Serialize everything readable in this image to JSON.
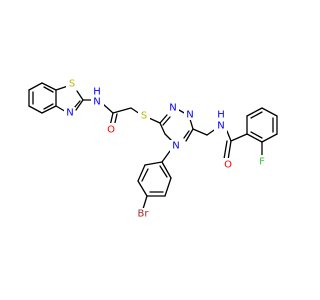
{
  "molecule": {
    "atoms": {
      "s_benzothiazole": {
        "text": "S",
        "color": "#b8b800"
      },
      "n_benzothiazole": {
        "text": "N",
        "color": "#0000ff"
      },
      "nh_amide_left": {
        "text": "N",
        "color": "#0000ff"
      },
      "h_amide_left": {
        "text": "H",
        "color": "#0000ff"
      },
      "o_amide_left": {
        "text": "O",
        "color": "#ff0000"
      },
      "s_thioether": {
        "text": "S",
        "color": "#b8b800"
      },
      "n_triazole_1": {
        "text": "N",
        "color": "#0000ff"
      },
      "n_triazole_2": {
        "text": "N",
        "color": "#0000ff"
      },
      "n_triazole_4": {
        "text": "N",
        "color": "#0000ff"
      },
      "nh_amide_right": {
        "text": "N",
        "color": "#0000ff"
      },
      "h_amide_right": {
        "text": "H",
        "color": "#0000ff"
      },
      "o_amide_right": {
        "text": "O",
        "color": "#ff0000"
      },
      "f_fluoro": {
        "text": "F",
        "color": "#33cc33"
      },
      "br_bromo": {
        "text": "Br",
        "color": "#a52a2a"
      }
    }
  }
}
